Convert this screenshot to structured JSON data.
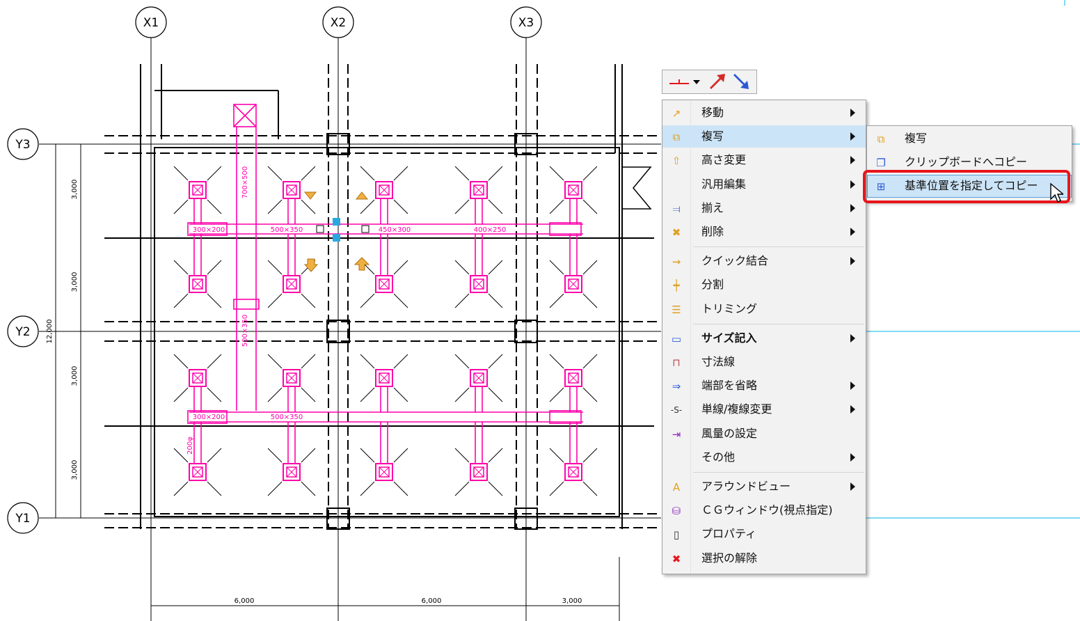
{
  "grid_axes": {
    "x": [
      "X1",
      "X2",
      "X3"
    ],
    "y": [
      "Y3",
      "Y2",
      "Y1"
    ]
  },
  "dimensions": {
    "bottom": [
      "6,000",
      "6,000",
      "3,000"
    ],
    "left_total": "12,000",
    "left_segments": [
      "3,000",
      "3,000",
      "3,000",
      "3,000"
    ]
  },
  "duct_labels": [
    "700×500",
    "500×350",
    "450×300",
    "400×250",
    "500×350",
    "500×350",
    "300×200",
    "300×200",
    "200φ"
  ],
  "toolbar": {
    "items": [
      "line-type-dropdown",
      "arrow-up-right-icon",
      "arrow-down-right-icon"
    ]
  },
  "context_menu": {
    "items": [
      {
        "label": "移動",
        "icon": "move-icon",
        "submenu": true
      },
      {
        "label": "複写",
        "icon": "copy-icon",
        "submenu": true,
        "selected": true
      },
      {
        "label": "高さ変更",
        "icon": "height-change-icon",
        "submenu": true
      },
      {
        "label": "汎用編集",
        "icon": "",
        "submenu": true
      },
      {
        "label": "揃え",
        "icon": "align-icon",
        "submenu": true
      },
      {
        "label": "削除",
        "icon": "delete-icon",
        "submenu": true
      },
      {
        "label": "クイック結合",
        "icon": "quick-join-icon",
        "submenu": true
      },
      {
        "label": "分割",
        "icon": "split-icon",
        "submenu": false
      },
      {
        "label": "トリミング",
        "icon": "trim-icon",
        "submenu": false
      },
      {
        "label": "サイズ記入",
        "icon": "size-annotation-icon",
        "submenu": true,
        "bold": true
      },
      {
        "label": "寸法線",
        "icon": "dimension-line-icon",
        "submenu": false
      },
      {
        "label": "端部を省略",
        "icon": "omit-end-icon",
        "submenu": true
      },
      {
        "label": "単線/複線変更",
        "icon": "single-double-line-icon",
        "submenu": true,
        "icon_text": "-S-"
      },
      {
        "label": "風量の設定",
        "icon": "airflow-icon",
        "submenu": false
      },
      {
        "label": "その他",
        "icon": "",
        "submenu": true
      },
      {
        "label": "アラウンドビュー",
        "icon": "around-view-icon",
        "submenu": true
      },
      {
        "label": "ＣＧウィンドウ(視点指定)",
        "icon": "cg-window-icon",
        "submenu": false
      },
      {
        "label": "プロパティ",
        "icon": "property-icon",
        "submenu": false
      },
      {
        "label": "選択の解除",
        "icon": "deselect-icon",
        "submenu": false
      }
    ]
  },
  "submenu": {
    "items": [
      {
        "label": "複写",
        "icon": "copy-icon"
      },
      {
        "label": "クリップボードへコピー",
        "icon": "clipboard-copy-icon"
      },
      {
        "label": "基準位置を指定してコピー",
        "icon": "base-point-copy-icon",
        "highlighted": true
      }
    ]
  },
  "colors": {
    "duct": "#ff00aa",
    "grid_line": "#00b4e6",
    "highlight_box": "#e8151b",
    "menu_bg": "#f2f2f2",
    "menu_highlight": "#cce4f7"
  }
}
